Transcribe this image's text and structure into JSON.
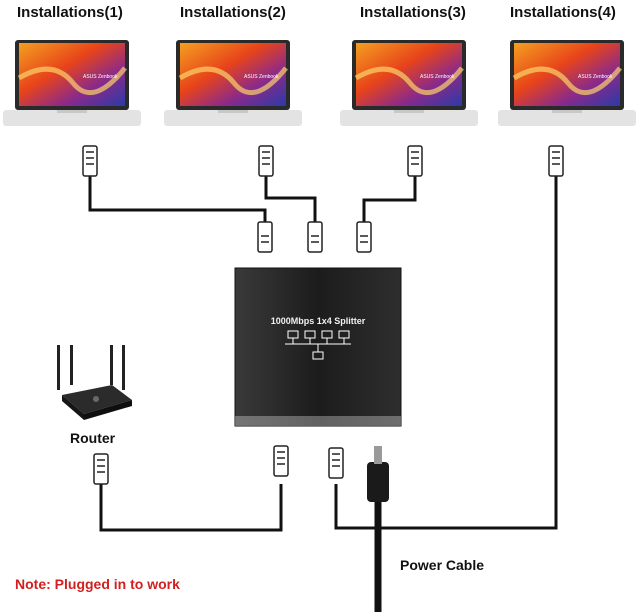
{
  "installations": [
    {
      "label": "Installations(1)",
      "screen_text": "ASUS Zenbook"
    },
    {
      "label": "Installations(2)",
      "screen_text": "ASUS Zenbook"
    },
    {
      "label": "Installations(3)",
      "screen_text": "ASUS Zenbook"
    },
    {
      "label": "Installations(4)",
      "screen_text": "ASUS Zenbook"
    }
  ],
  "splitter": {
    "title": "1000Mbps 1x4 Splitter"
  },
  "router": {
    "label": "Router"
  },
  "power": {
    "label": "Power  Cable"
  },
  "note": {
    "text": "Note: Plugged in to work"
  },
  "colors": {
    "note": "#d21f1f",
    "splitter_body": "#1c1c1c",
    "cable": "#111111"
  }
}
